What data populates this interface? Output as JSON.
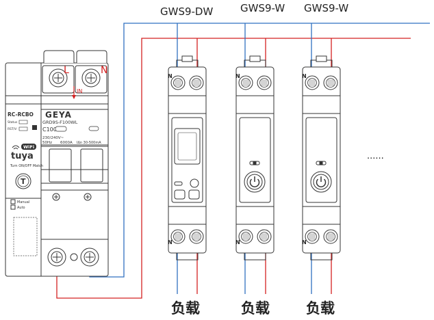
{
  "devices": [
    {
      "model": "GWS9-DW",
      "load_label": "负载"
    },
    {
      "model": "GWS9-W",
      "load_label": "负载"
    },
    {
      "model": "GWS9-W",
      "load_label": "负载"
    }
  ],
  "more_indicator": "......",
  "breaker": {
    "type_label": "RC-RCBO",
    "brand": "GEYA",
    "model": "GRD9S-F100WL",
    "rating": "C100",
    "voltage": "230/240V~",
    "frequency": "50Hz",
    "breaking_capacity": "6000A",
    "residual_current": "IΔn 30-500mA",
    "status_label": "Status",
    "rst_label": "RST/V",
    "wifi_label": "WiFi",
    "app_label": "tuya",
    "match_label": "Turn ON/OFF Match",
    "button_label": "T",
    "manual_label": "Manual",
    "auto_label": "Auto",
    "phase_L": "L",
    "phase_N": "N",
    "in_label": "IN"
  },
  "terminal_labels": {
    "neutral": "N"
  },
  "colors": {
    "live_wire": "#d42020",
    "neutral_wire": "#2f6fc0",
    "outline": "#333333"
  }
}
